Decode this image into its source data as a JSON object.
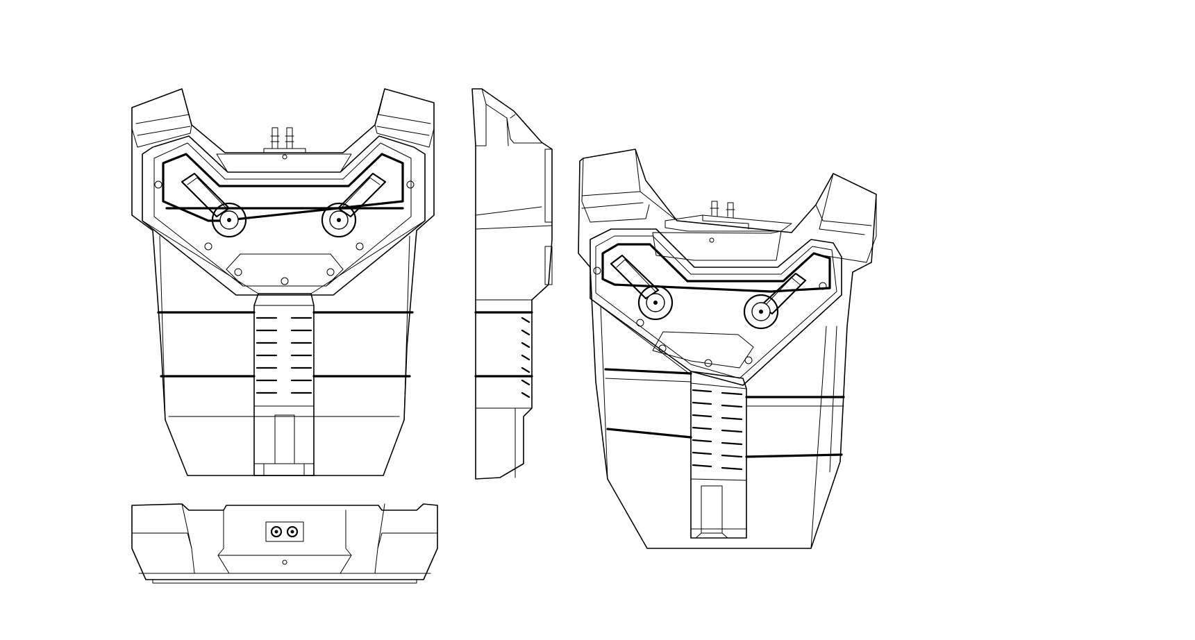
{
  "drawing": {
    "views": [
      {
        "id": "front",
        "name": "front-view"
      },
      {
        "id": "side",
        "name": "side-view"
      },
      {
        "id": "top",
        "name": "top-view"
      },
      {
        "id": "iso",
        "name": "isometric-view"
      }
    ],
    "line_color": "#000000",
    "background": "#ffffff"
  }
}
